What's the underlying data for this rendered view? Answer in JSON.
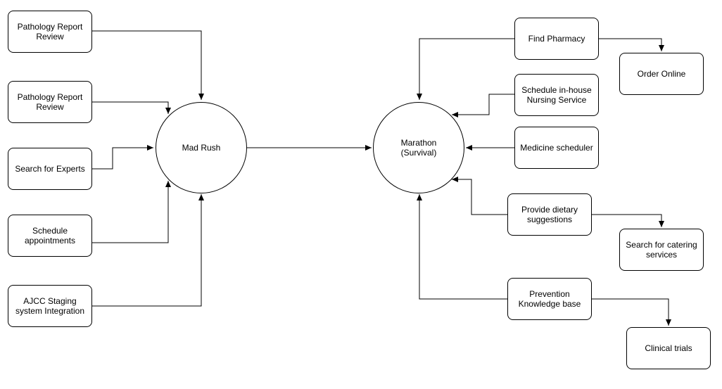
{
  "nodes": {
    "pathology_review_1": "Pathology Report\nReview",
    "pathology_review_2": "Pathology Report\nReview",
    "search_experts": "Search for Experts",
    "schedule_appointments": "Schedule\nappointments",
    "ajcc_staging": "AJCC Staging\nsystem Integration",
    "mad_rush": "Mad Rush",
    "marathon": "Marathon\n(Survival)",
    "find_pharmacy": "Find Pharmacy",
    "order_online": "Order Online",
    "schedule_nursing": "Schedule in-house\nNursing Service",
    "medicine_scheduler": "Medicine scheduler",
    "dietary_suggestions": "Provide dietary\nsuggestions",
    "catering_services": "Search for catering\nservices",
    "prevention_kb": "Prevention\nKnowledge base",
    "clinical_trials": "Clinical trials"
  }
}
